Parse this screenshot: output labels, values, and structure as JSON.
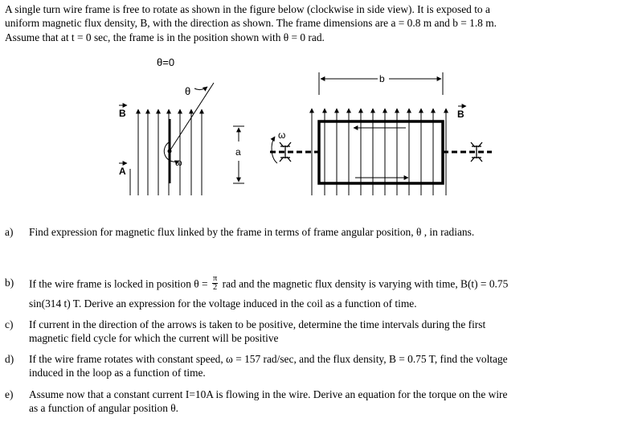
{
  "intro": {
    "lines": [
      "A single turn wire frame is free to rotate as shown in the figure below (clockwise in side view).  It is exposed to a",
      "uniform magnetic flux density, B, with the direction as shown.  The frame dimensions are a = 0.8 m and b = 1.8 m.",
      "Assume that at t = 0 sec, the frame is in the position shown with θ = 0 rad."
    ]
  },
  "figure": {
    "theta_zero_label": "θ=0",
    "theta_label": "θ",
    "omega_label": "ω",
    "b_vector_label": "B",
    "a_vector_label": "A",
    "a_dim_label": "a",
    "b_dim_label": "b"
  },
  "questions": {
    "a": {
      "label": "a)",
      "lines": [
        "Find expression for magnetic flux linked by the frame in terms of frame angular position, θ , in radians."
      ]
    },
    "b": {
      "label": "b)",
      "line1_pre": "If the wire frame is locked in position θ =",
      "frac_num": "π",
      "frac_den": "2",
      "line1_post": "rad and the magnetic flux density is varying with time, B(t) = 0.75",
      "line2": "sin(314 t) T.  Derive an expression for the voltage induced in the coil as a function of time."
    },
    "c": {
      "label": "c)",
      "lines": [
        "If current in the direction of the arrows is taken to be positive, determine the time intervals during the first",
        "magnetic field cycle for which the current will be positive"
      ]
    },
    "d": {
      "label": "d)",
      "lines": [
        "If the wire frame rotates with constant speed, ω = 157 rad/sec, and the flux density, B = 0.75 T, find the voltage",
        "induced in the loop as a function of time."
      ]
    },
    "e": {
      "label": "e)",
      "lines": [
        "Assume now that a constant current I=10A is flowing in the wire. Derive an equation for the torque on the wire",
        "as a function of angular position θ."
      ]
    }
  }
}
